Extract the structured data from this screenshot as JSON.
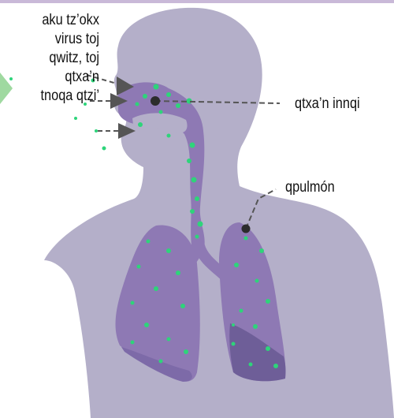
{
  "labels": {
    "entry_lines": [
      "aku tz’okx",
      "virus toj",
      "qwitz, toj",
      "qtxa’n",
      "tnoqa qtzi’"
    ],
    "nasal_cavity": "qtxa’n innqi",
    "lung": "qpulmón"
  },
  "colors": {
    "body": "#b4afc9",
    "airway": "#8e79b4",
    "airway_dark": "#6e5e98",
    "virus_particles": "#2ed47a",
    "callout_line": "#555555",
    "marker": "#2c2c2c"
  }
}
